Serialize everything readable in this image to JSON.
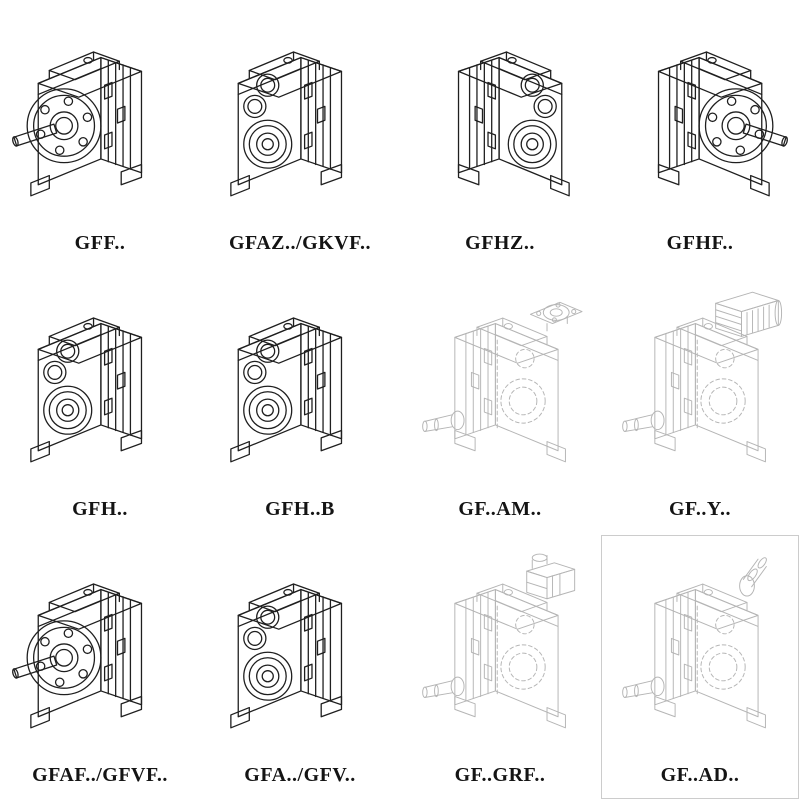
{
  "page": {
    "background": "#ffffff",
    "colors": {
      "line_solid": "#1f1f1f",
      "line_faint": "#b5b5b5",
      "label_color": "#141414",
      "box_border": "#cccccc"
    }
  },
  "catalog": {
    "cells": [
      {
        "label": "GFF..",
        "drawing": "gearbox-flange",
        "tone": "solid"
      },
      {
        "label": "GFAZ../GKVF..",
        "drawing": "gearbox-bores",
        "tone": "solid"
      },
      {
        "label": "GFHZ..",
        "drawing": "gearbox-bores",
        "tone": "solid"
      },
      {
        "label": "GFHF..",
        "drawing": "gearbox-flange",
        "tone": "solid"
      },
      {
        "label": "GFH..",
        "drawing": "gearbox-bores",
        "tone": "solid"
      },
      {
        "label": "GFH..B",
        "drawing": "gearbox-bores",
        "tone": "solid"
      },
      {
        "label": "GF..AM..",
        "drawing": "gearbox-top-flange",
        "tone": "faint"
      },
      {
        "label": "GF..Y..",
        "drawing": "gearbox-motor",
        "tone": "faint"
      },
      {
        "label": "GFAF../GFVF..",
        "drawing": "gearbox-flange",
        "tone": "solid"
      },
      {
        "label": "GFA../GFV..",
        "drawing": "gearbox-bores",
        "tone": "solid"
      },
      {
        "label": "GF..GRF..",
        "drawing": "gearbox-adapter",
        "tone": "faint"
      },
      {
        "label": "GF..AD..",
        "drawing": "gearbox-top-shaft",
        "tone": "faint"
      }
    ]
  }
}
